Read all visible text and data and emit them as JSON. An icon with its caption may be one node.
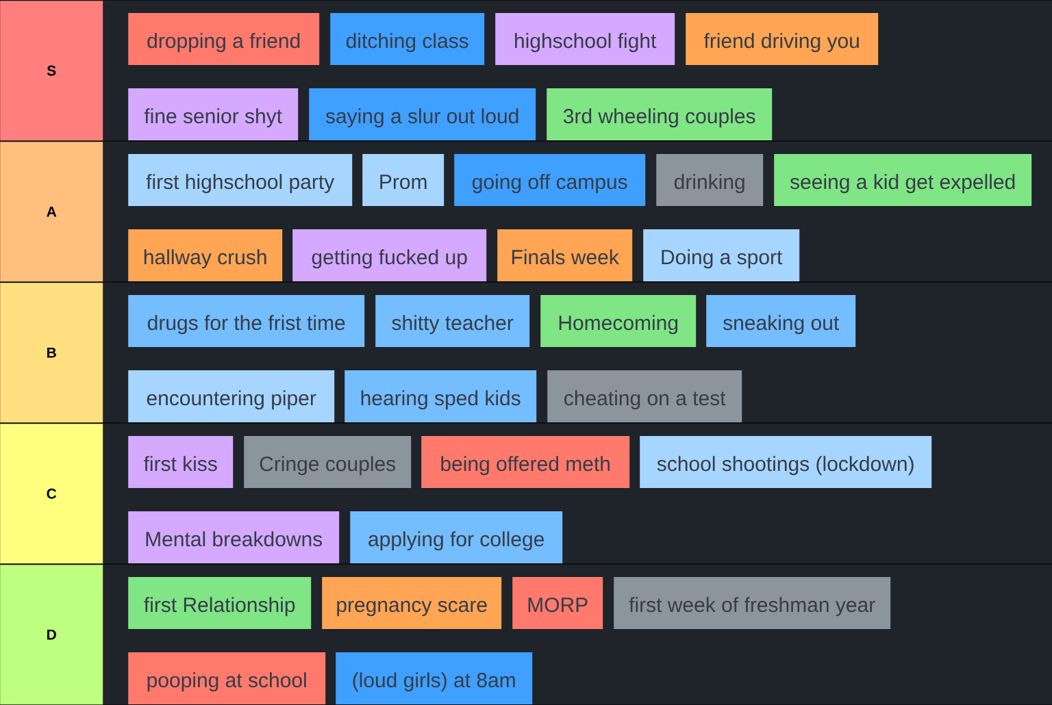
{
  "diagram": {
    "nodes": [
      {
        "text": [
          "S"
        ]
      },
      {
        "text": [
          "dropping a friend"
        ]
      },
      {
        "text": [
          "ditching class"
        ]
      },
      {
        "text": [
          "highschool fight"
        ]
      },
      {
        "text": [
          "friend driving you"
        ]
      },
      {
        "text": [
          "fine senior shyt"
        ]
      },
      {
        "text": [
          "saying a slur out loud"
        ]
      },
      {
        "text": [
          "3rd wheeling couples"
        ]
      },
      {
        "text": [
          "A"
        ]
      },
      {
        "text": [
          "first highschool party"
        ]
      },
      {
        "text": [
          "Prom"
        ]
      },
      {
        "text": [
          "going off campus"
        ]
      },
      {
        "text": [
          "drinking"
        ]
      },
      {
        "text": [
          "seeing a kid get expelled"
        ]
      },
      {
        "text": [
          "hallway crush"
        ]
      },
      {
        "text": [
          "getting fucked up"
        ]
      },
      {
        "text": [
          "Finals week"
        ]
      },
      {
        "text": [
          "Doing a sport"
        ]
      },
      {
        "text": [
          "B"
        ]
      },
      {
        "text": [
          "drugs for the frist time"
        ]
      },
      {
        "text": [
          "shitty teacher"
        ]
      },
      {
        "text": [
          "Homecoming"
        ]
      },
      {
        "text": [
          "sneaking out"
        ]
      },
      {
        "text": [
          "encountering piper"
        ]
      },
      {
        "text": [
          "hearing sped kids"
        ]
      },
      {
        "text": [
          "cheating on a test"
        ]
      },
      {
        "text": [
          "C"
        ]
      },
      {
        "text": [
          "first kiss"
        ]
      },
      {
        "text": [
          "Cringe couples"
        ]
      },
      {
        "text": [
          "being offered meth"
        ]
      },
      {
        "text": [
          "school shootings (lockdown)"
        ]
      },
      {
        "text": [
          "Mental breakdowns"
        ]
      },
      {
        "text": [
          "applying for college"
        ]
      },
      {
        "text": [
          "D"
        ]
      },
      {
        "text": [
          "first Relationship"
        ]
      },
      {
        "text": [
          "pregnancy scare"
        ]
      },
      {
        "text": [
          "MORP"
        ]
      },
      {
        "text": [
          "first week of freshman year"
        ]
      },
      {
        "text": [
          "pooping at school"
        ]
      },
      {
        "text": [
          "(loud girls) at 8am"
        ]
      }
    ]
  }
}
